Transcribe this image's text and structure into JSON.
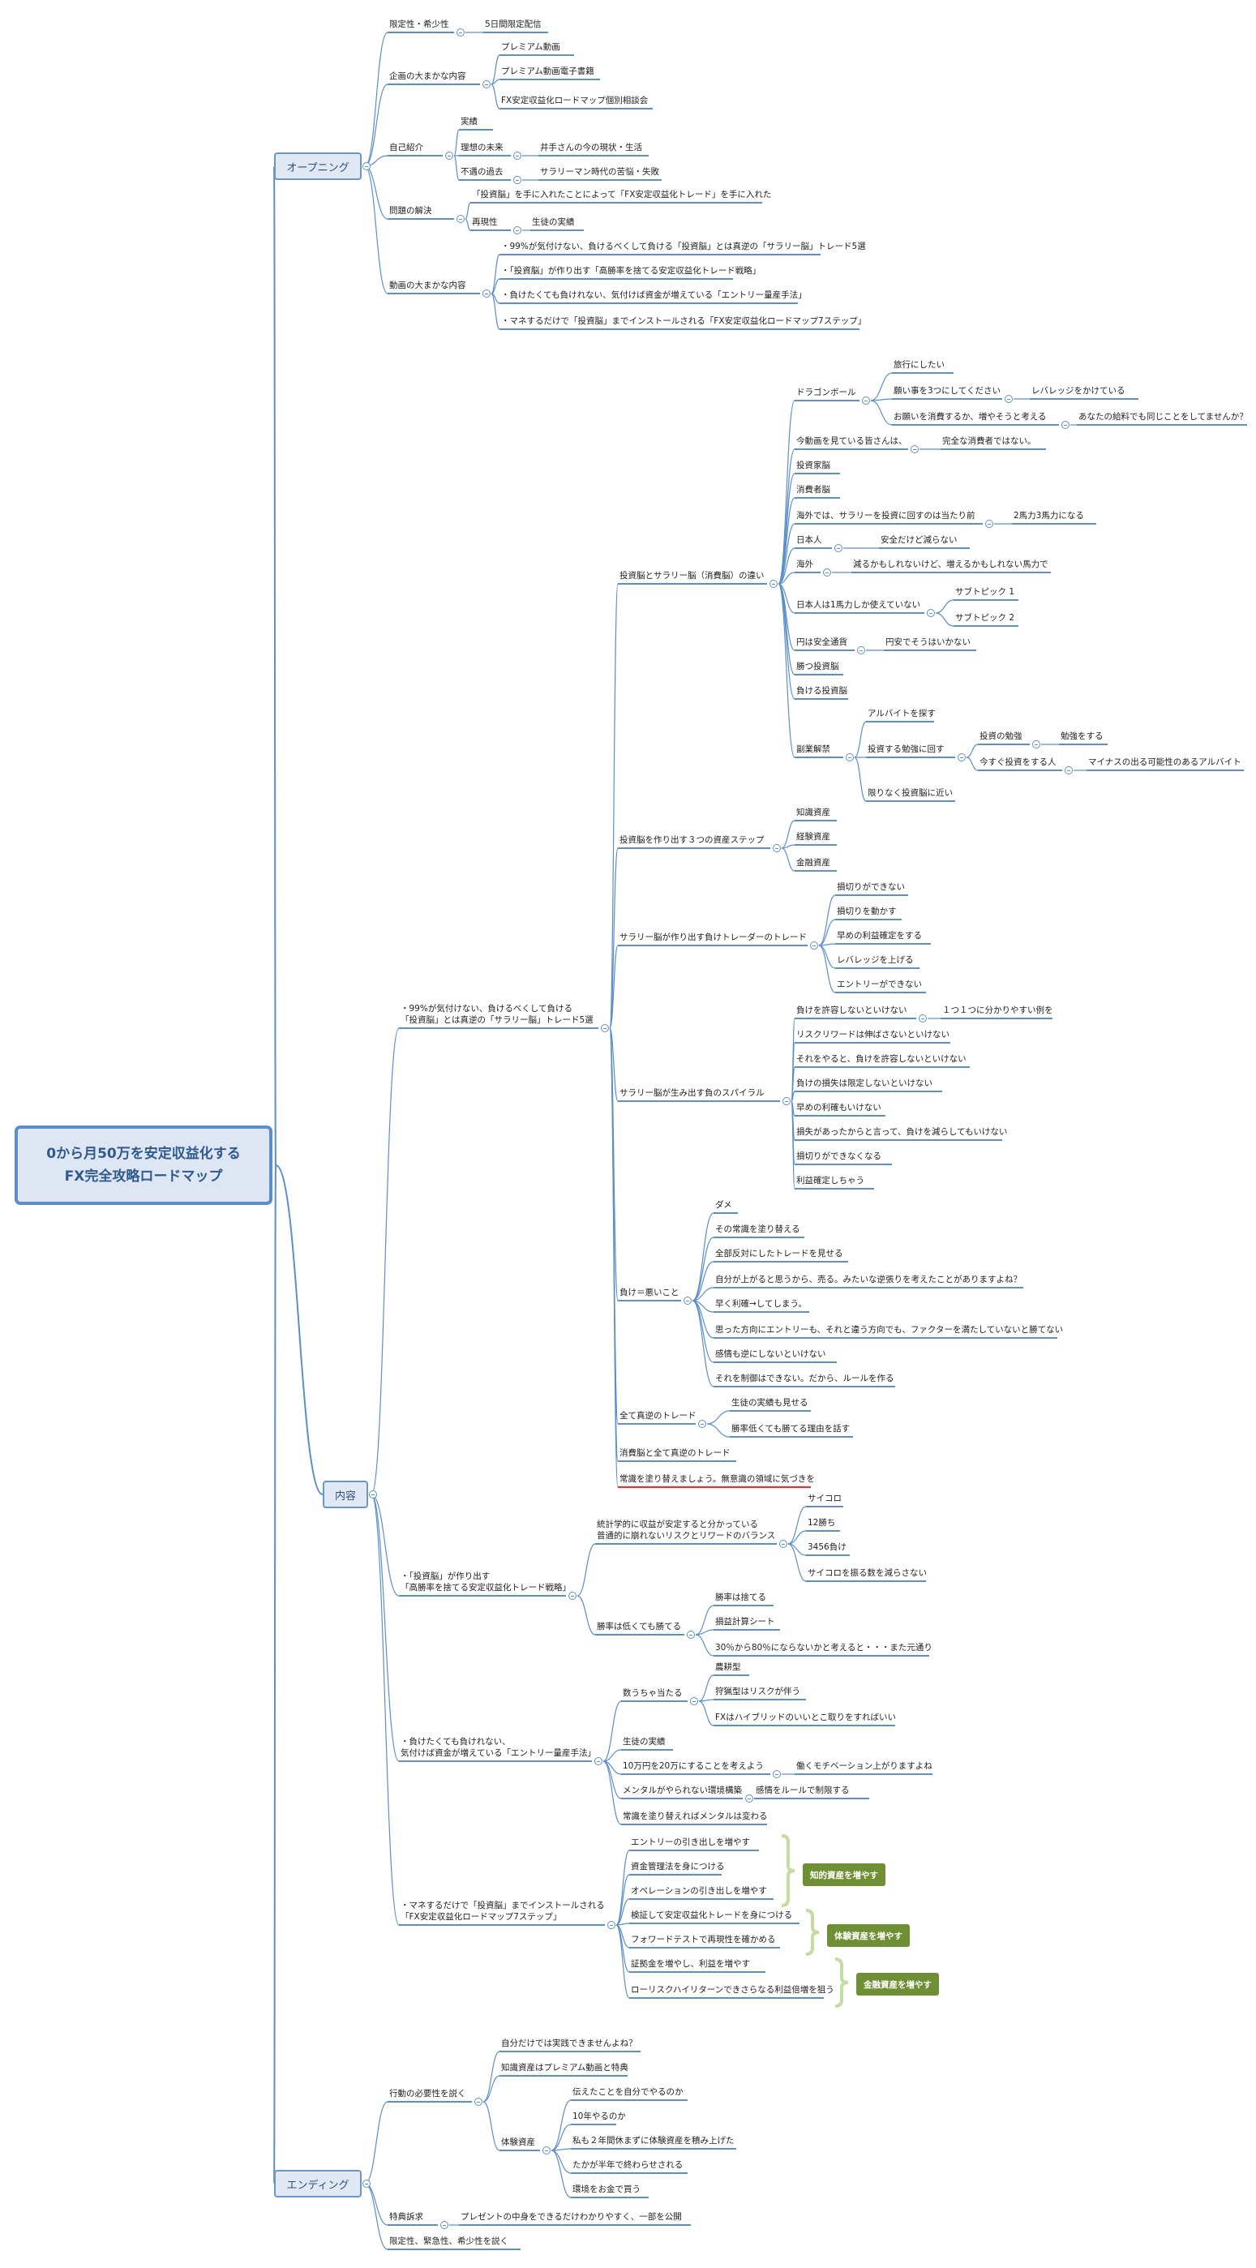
{
  "root": {
    "line1": "0から月50万を安定収益化する",
    "line2": "FX完全攻略ロードマップ"
  },
  "sections": {
    "opening": "オープニング",
    "content": "内容",
    "ending": "エンディング"
  },
  "opening": {
    "limited": "限定性・希少性",
    "limited_5days": "5日間限定配信",
    "plan": "企画の大まかな内容",
    "plan_video": "プレミアム動画",
    "plan_ebook": "プレミアム動画電子書籍",
    "plan_consult": "FX安定収益化ロードマップ個別相談会",
    "intro": "自己紹介",
    "intro_results": "実績",
    "intro_ideal": "理想の未来",
    "intro_ideal_d": "井手さんの今の現状・生活",
    "intro_past": "不遇の過去",
    "intro_past_d": "サラリーマン時代の苦悩・失敗",
    "problem": "問題の解決",
    "problem_1": "「投資脳」を手に入れたことによって「FX安定収益化トレード」を手に入れた",
    "problem_repro": "再現性",
    "problem_repro_d": "生徒の実績",
    "video": "動画の大まかな内容",
    "video_1": "・99%が気付けない、負けるべくして負ける「投資脳」とは真逆の「サラリー脳」トレード5選",
    "video_2": "・「投資脳」が作り出す「高勝率を捨てる安定収益化トレード戦略」",
    "video_3": "・負けたくても負けれない、気付けば資金が増えている「エントリー量産手法」",
    "video_4": "・マネするだけで「投資脳」までインストールされる「FX安定収益化ロードマップ7ステップ」"
  },
  "content": {
    "b1_l1": "・99%が気付けない、負けるべくして負ける",
    "b1_l2": "「投資脳」とは真逆の「サラリー脳」トレード5選",
    "diff": "投資脳とサラリー脳（消費脳）の違い",
    "dragon": "ドラゴンボール",
    "dragon_1": "旅行にしたい",
    "dragon_2": "願い事を3つにしてください",
    "dragon_2d": "レバレッジをかけている",
    "dragon_3": "お願いを消費するか、増やそうと考える",
    "dragon_3d": "あなたの給料でも同じことをしてませんか？",
    "viewers": "今動画を見ている皆さんは、",
    "viewers_d": "完全な消費者ではない。",
    "inv_brain": "投資家脳",
    "cons_brain": "消費者脳",
    "overseas1": "海外では、サラリーを投資に回すのは当たり前",
    "overseas1_d": "2馬力3馬力になる",
    "japan": "日本人",
    "japan_d": "安全だけど減らない",
    "overseas2": "海外",
    "overseas2_d": "減るかもしれないけど、増えるかもしれない馬力で",
    "japan1": "日本人は1馬力しか使えていない",
    "sub1": "サブトピック 1",
    "sub2": "サブトピック 2",
    "yen": "円は安全通貨",
    "yen_d": "円安でそうはいかない",
    "win_inv": "勝つ投資脳",
    "lose_inv": "負ける投資脳",
    "side": "副業解禁",
    "side_1": "アルバイトを探す",
    "side_2": "投資する勉強に回す",
    "side_2a": "投資の勉強",
    "side_2ad": "勉強をする",
    "side_2b": "今すぐ投資をする人",
    "side_2bd": "マイナスの出る可能性のあるアルバイト",
    "side_3": "限りなく投資脳に近い",
    "three": "投資脳を作り出す３つの資産ステップ",
    "three_1": "知識資産",
    "three_2": "経験資産",
    "three_3": "金融資産",
    "salary_trade": "サラリー脳が作り出す負けトレーダーのトレード",
    "st_1": "損切りができない",
    "st_2": "損切りを動かす",
    "st_3": "早めの利益確定をする",
    "st_4": "レバレッジを上げる",
    "st_5": "エントリーができない",
    "spiral": "サラリー脳が生み出す負のスパイラル",
    "sp_1": "負けを許容しないといけない",
    "sp_1d": "１つ１つに分かりやすい例を",
    "sp_2": "リスクリワードは伸ばさないといけない",
    "sp_3": "それをやると、負けを許容しないといけない",
    "sp_4": "負けの損失は限定しないといけない",
    "sp_5": "早めの利確もいけない",
    "sp_6": "損失があったからと言って、負けを減らしてもいけない",
    "sp_7": "損切りができなくなる",
    "sp_8": "利益確定しちゃう",
    "bad": "負け＝悪いこと",
    "bad_1": "ダメ",
    "bad_2": "その常識を塗り替える",
    "bad_3": "全部反対にしたトレードを見せる",
    "bad_4": "自分が上がると思うから、売る。みたいな逆張りを考えたことがありますよね？",
    "bad_5": "早く利確→してしまう。",
    "bad_6": "思った方向にエントリーも、それと違う方向でも、ファクターを満たしていないと勝てない",
    "bad_7": "感情も逆にしないといけない",
    "bad_8": "それを制御はできない。だから、ルールを作る",
    "reverse": "全て真逆のトレード",
    "reverse_1": "生徒の実績も見せる",
    "reverse_2": "勝率低くても勝てる理由を話す",
    "cons_rev": "消費脳と全て真逆のトレード",
    "rewrite": "常識を塗り替えましょう。無意識の領域に気づきを",
    "b2_l1": "・「投資脳」が作り出す",
    "b2_l2": "「高勝率を捨てる安定収益化トレード戦略」",
    "stat_l1": "統計学的に収益が安定すると分かっている",
    "stat_l2": "普通的に崩れないリスクとリワードのバランス",
    "stat_1": "サイコロ",
    "stat_2": "12勝ち",
    "stat_3": "3456負け",
    "stat_4": "サイコロを振る数を減らさない",
    "lowwin": "勝率は低くても勝てる",
    "lw_1": "勝率は捨てる",
    "lw_2": "損益計算シート",
    "lw_3": "30％から80％にならないかと考えると・・・また元通り",
    "b3_l1": "・負けたくても負けれない、",
    "b3_l2": "気付けば資金が増えている「エントリー量産手法」",
    "shots": "数うちゃ当たる",
    "shots_1": "農耕型",
    "shots_2": "狩猟型はリスクが伴う",
    "shots_3": "FXはハイブリッドのいいとこ取りをすればいい",
    "students": "生徒の実績",
    "man10": "10万円を20万にすることを考えよう",
    "man10_d": "働くモチベーション上がりますよね",
    "mental": "メンタルがやられない環境構築",
    "mental_d": "感情をルールで制限する",
    "common": "常識を塗り替えればメンタルは変わる",
    "b4_l1": "・マネするだけで「投資脳」までインストールされる",
    "b4_l2": "「FX安定収益化ロードマップ7ステップ」",
    "step_1": "エントリーの引き出しを増やす",
    "step_2": "資金管理法を身につける",
    "step_3": "オペレーションの引き出しを増やす",
    "step_4": "検証して安定収益化トレードを身につける",
    "step_5": "フォワードテストで再現性を確かめる",
    "step_6": "証拠金を増やし、利益を増やす",
    "step_7": "ローリスクハイリターンできさらなる利益倍増を狙う",
    "g_1": "知的資産を増やす",
    "g_2": "体験資産を増やす",
    "g_3": "金融資産を増やす"
  },
  "ending": {
    "need": "行動の必要性を説く",
    "need_1": "自分だけでは実践できませんよね？",
    "need_2": "知識資産はプレミアム動画と特典",
    "exp": "体験資産",
    "exp_1": "伝えたことを自分でやるのか",
    "exp_2": "10年やるのか",
    "exp_3": "私も２年間休まずに体験資産を積み上げた",
    "exp_4": "たかが半年で終わらせされる",
    "exp_5": "環境をお金で買う",
    "bonus": "特典訴求",
    "bonus_d": "プレゼントの中身をできるだけわかりやすく、一部を公開",
    "limit": "限定性、緊急性、希少性を説く"
  },
  "colors": {
    "line": "#5b8fc9",
    "accent_red": "#d23b3b",
    "section_fill": "#dfe8f3",
    "root_fill": "#dde6f2",
    "group_green": "#6e8f33",
    "bracket": "#c4dca0"
  }
}
